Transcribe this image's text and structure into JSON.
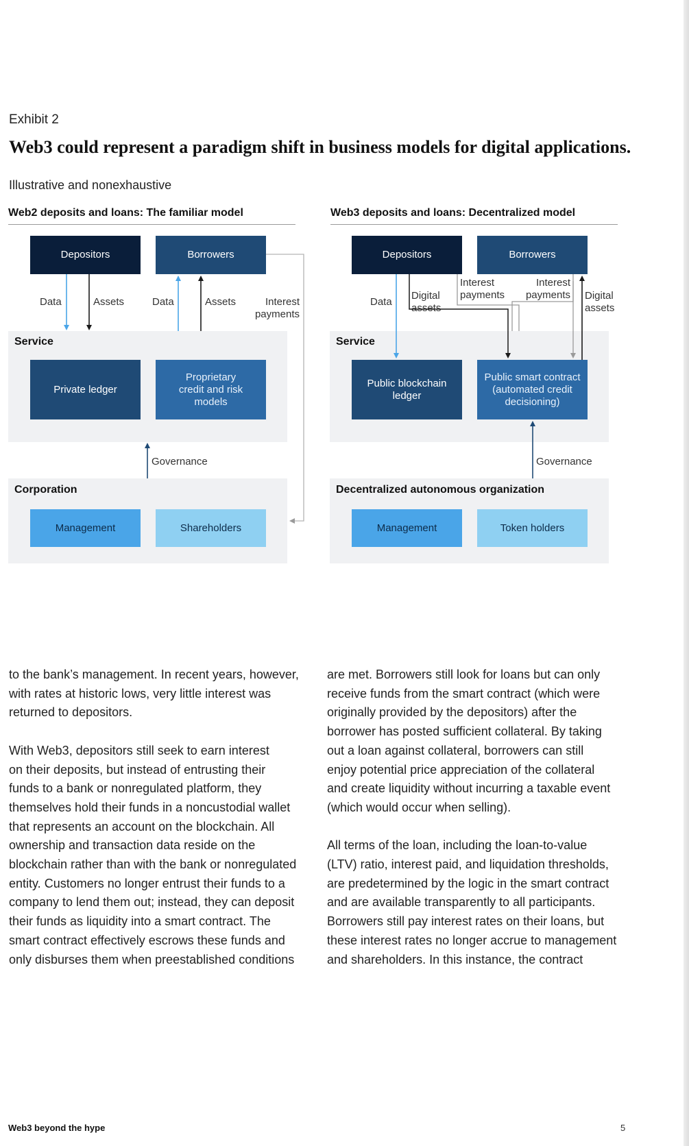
{
  "header": {
    "exhibit": "Exhibit 2",
    "title": "Web3 could represent a paradigm shift in business models for digital applications.",
    "subtitle": "Illustrative and nonexhaustive"
  },
  "web2": {
    "title": "Web2 deposits and loans: The familiar model",
    "depositors": "Depositors",
    "borrowers": "Borrowers",
    "data1": "Data",
    "assets1": "Assets",
    "data2": "Data",
    "assets2": "Assets",
    "interest_payments": "Interest\npayments",
    "service": "Service",
    "private_ledger": "Private ledger",
    "proprietary": "Proprietary\ncredit and risk\nmodels",
    "governance": "Governance",
    "corporation": "Corporation",
    "management": "Management",
    "shareholders": "Shareholders"
  },
  "web3": {
    "title": "Web3 deposits and loans: Decentralized model",
    "depositors": "Depositors",
    "borrowers": "Borrowers",
    "data": "Data",
    "digital_assets1": "Digital\nassets",
    "interest_payments1": "Interest\npayments",
    "interest_payments2": "Interest\npayments",
    "digital_assets2": "Digital\nassets",
    "service": "Service",
    "public_blockchain": "Public blockchain\nledger",
    "smart_contract": "Public smart contract\n(automated credit\ndecisioning)",
    "governance": "Governance",
    "dao": "Decentralized autonomous organization",
    "management": "Management",
    "token_holders": "Token holders"
  },
  "body": {
    "left_p1": [
      "to the bank’s management. In recent years, however,",
      "with rates at historic lows, very little interest was",
      "returned to depositors."
    ],
    "left_p2": [
      "With Web3, depositors still seek to earn interest",
      "on their deposits, but instead of entrusting their",
      "funds to a bank or nonregulated platform, they",
      "themselves hold their funds in a noncustodial wallet",
      "that represents an account on the blockchain. All",
      "ownership and transaction data reside on the",
      "blockchain rather than with the bank or nonregulated",
      "entity. Customers no longer entrust their funds to a",
      "company to lend them out; instead, they can deposit",
      "their funds as liquidity into a smart contract. The",
      "smart contract effectively escrows these funds and",
      "only disburses them when preestablished conditions"
    ],
    "right_p1": [
      "are met. Borrowers still look for loans but can only",
      "receive funds from the smart contract (which were",
      "originally provided by the depositors) after the",
      "borrower has posted sufficient collateral. By taking",
      "out a loan against collateral, borrowers can still",
      "enjoy potential price appreciation of the collateral",
      "and create liquidity without incurring a taxable event",
      "(which would occur when selling)."
    ],
    "right_p2": [
      "All terms of the loan, including the loan-to-value",
      "(LTV) ratio, interest paid, and liquidation thresholds,",
      "are predetermined by the logic in the smart contract",
      "and are available transparently to all participants.",
      "Borrowers still pay interest rates on their loans, but",
      "these interest rates no longer accrue to management",
      "and shareholders. In this instance, the contract"
    ]
  },
  "footer": {
    "publication": "Web3 beyond the hype",
    "page": "5"
  },
  "colors": {
    "dark_navy": "#0a1e3a",
    "navy": "#1f4a75",
    "blue": "#2d6aa6",
    "bright_blue": "#4aa5e8",
    "light_blue": "#8fd0f2",
    "band_gray": "#f0f1f3"
  }
}
